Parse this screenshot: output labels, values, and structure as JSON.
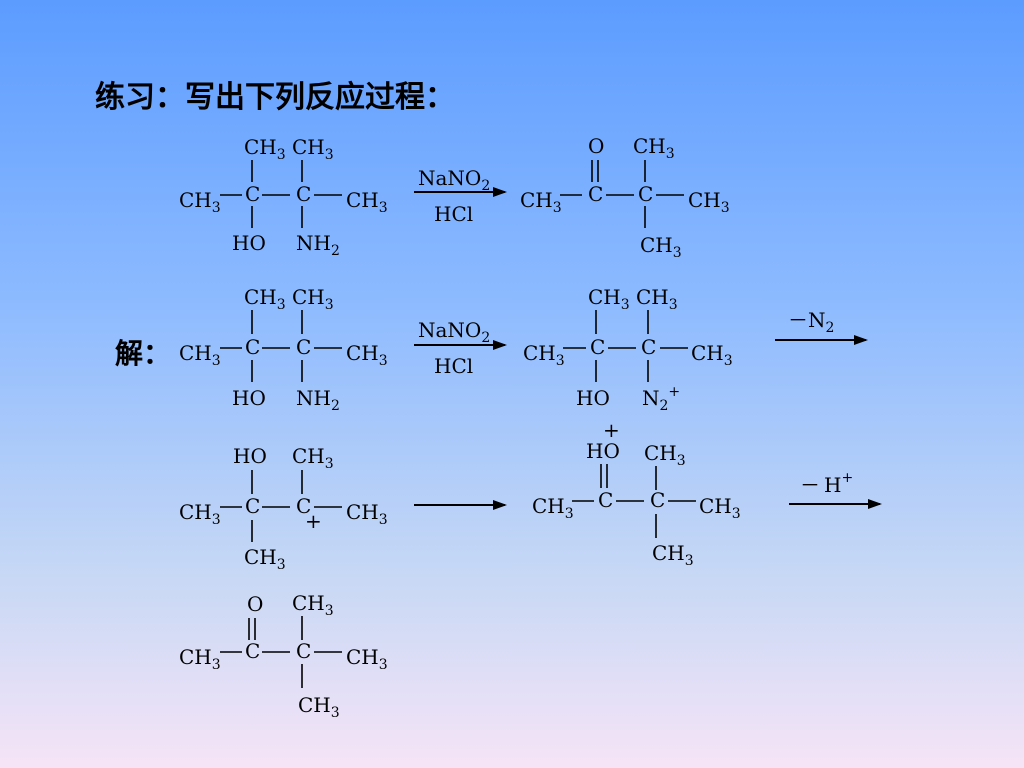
{
  "title": "练习：写出下列反应过程：",
  "answer_label": "解：",
  "labels": {
    "ch3": "CH",
    "sub3": "3",
    "c": "C",
    "o": "O",
    "ho": "HO",
    "nh": "NH",
    "sub2": "2",
    "n": "N",
    "plus": "+",
    "nano": "NaNO",
    "hcl": "HCl",
    "minus": "－",
    "h": "H"
  }
}
